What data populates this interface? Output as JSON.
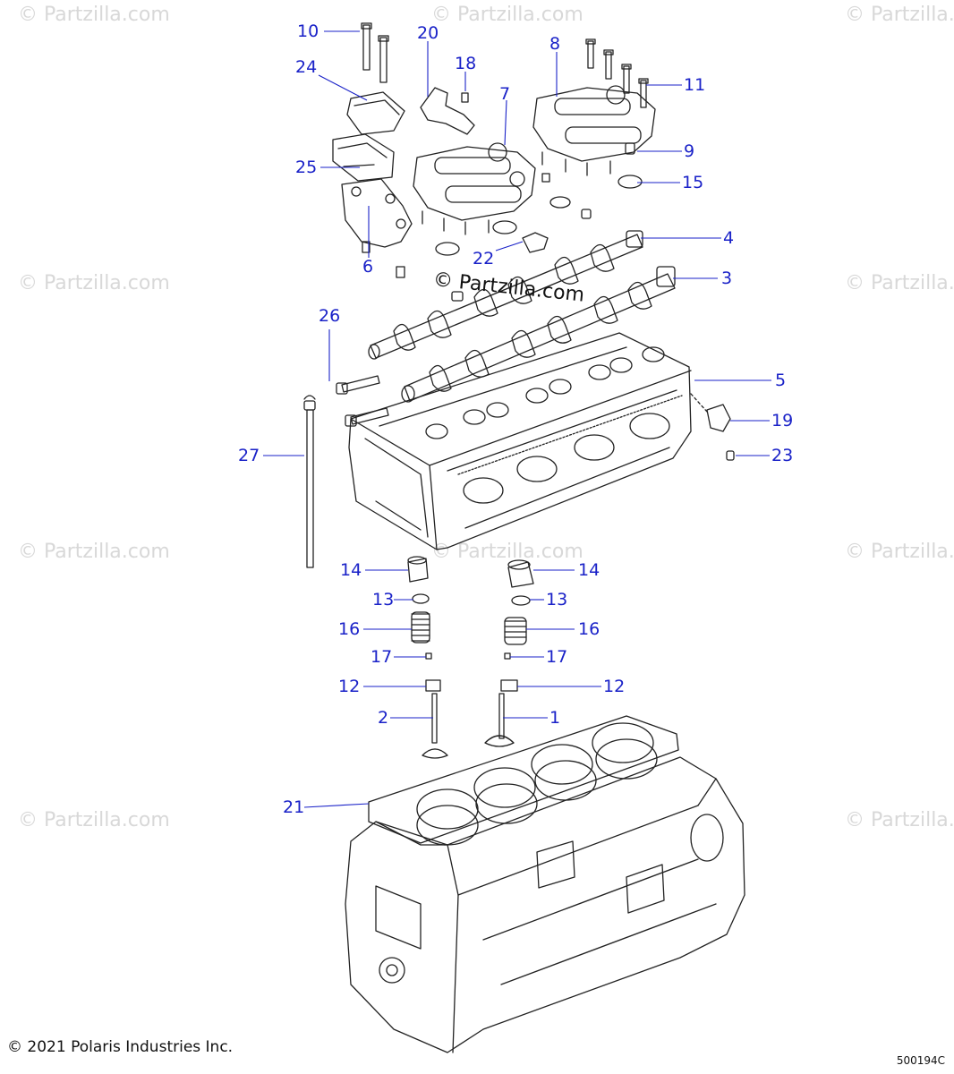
{
  "watermark": {
    "text": "© Partzilla.com"
  },
  "center_watermark": {
    "text": "© Partzilla.com"
  },
  "copyright": "© 2021 Polaris Industries Inc.",
  "reference_code": "500194C",
  "colors": {
    "callout": "#1a22c8",
    "line": "#1a22c8",
    "drawing": "#222222",
    "watermark": "#d8d8d8"
  },
  "callouts": [
    {
      "id": "10",
      "label": "10"
    },
    {
      "id": "20",
      "label": "20"
    },
    {
      "id": "18",
      "label": "18"
    },
    {
      "id": "8",
      "label": "8"
    },
    {
      "id": "24",
      "label": "24"
    },
    {
      "id": "7",
      "label": "7"
    },
    {
      "id": "11",
      "label": "11"
    },
    {
      "id": "9",
      "label": "9"
    },
    {
      "id": "25",
      "label": "25"
    },
    {
      "id": "15",
      "label": "15"
    },
    {
      "id": "4",
      "label": "4"
    },
    {
      "id": "22",
      "label": "22"
    },
    {
      "id": "6",
      "label": "6"
    },
    {
      "id": "3",
      "label": "3"
    },
    {
      "id": "26",
      "label": "26"
    },
    {
      "id": "5",
      "label": "5"
    },
    {
      "id": "19",
      "label": "19"
    },
    {
      "id": "27",
      "label": "27"
    },
    {
      "id": "23",
      "label": "23"
    },
    {
      "id": "14a",
      "label": "14"
    },
    {
      "id": "14b",
      "label": "14"
    },
    {
      "id": "13a",
      "label": "13"
    },
    {
      "id": "13b",
      "label": "13"
    },
    {
      "id": "16a",
      "label": "16"
    },
    {
      "id": "16b",
      "label": "16"
    },
    {
      "id": "17a",
      "label": "17"
    },
    {
      "id": "17b",
      "label": "17"
    },
    {
      "id": "12a",
      "label": "12"
    },
    {
      "id": "12b",
      "label": "12"
    },
    {
      "id": "2",
      "label": "2"
    },
    {
      "id": "1",
      "label": "1"
    },
    {
      "id": "21",
      "label": "21"
    }
  ]
}
